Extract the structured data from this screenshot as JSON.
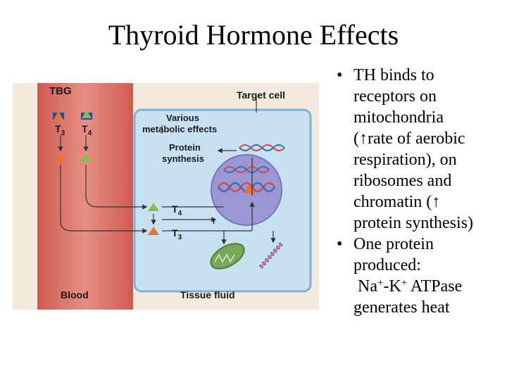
{
  "slide": {
    "title": "Thyroid Hormone Effects"
  },
  "figure": {
    "labels": {
      "tbg": "TBG",
      "target_cell": "Target cell",
      "t3_sub": "3",
      "t4_sub": "4",
      "t_letter": "T",
      "various_line1": "Various",
      "various_line2": "metabolic effects",
      "protein_line1": "Protein",
      "protein_line2": "synthesis",
      "blood": "Blood",
      "tissue_fluid": "Tissue fluid"
    },
    "colors": {
      "blood_fill": "#d8695f",
      "blood_light": "#e89a90",
      "tissue_fluid_fill": "#f3e9dc",
      "cell_fill": "#c8e1f2",
      "cell_border": "#7fb0d6",
      "nucleus_fill": "#9b96d4",
      "t3_color": "#e8762a",
      "t4_color": "#8bbd4a",
      "tbg_color": "#1f4e9c",
      "mitochondrion": "#78a85a",
      "dna_red": "#d84a4a",
      "dna_blue": "#3a6fb0"
    }
  },
  "bullets": [
    {
      "symbol": "•",
      "lines": [
        "TH binds to",
        "receptors on",
        "mitochondria",
        "(↑rate of aerobic",
        "respiration),  on",
        "ribosomes and",
        "chromatin (↑",
        "protein synthesis)"
      ]
    },
    {
      "symbol": "•",
      "lines": [
        "One protein",
        "produced:"
      ],
      "formula": {
        "na": "Na",
        "plus1": "+",
        "k": "-K",
        "plus2": "+",
        "rest": " ATPase"
      },
      "tail": "generates heat"
    }
  ]
}
